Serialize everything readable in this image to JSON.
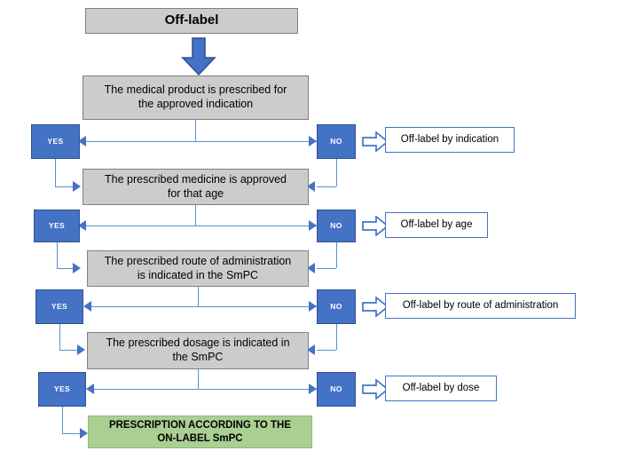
{
  "diagram": {
    "title": "Off-label",
    "terminal": "PRESCRIPTION ACCORDING TO THE ON-LABEL SmPC",
    "terminal_line1": "PRESCRIPTION ACCORDING TO THE",
    "terminal_line2": "ON-LABEL SmPC",
    "yes_label": "YES",
    "no_label": "NO",
    "colors": {
      "grey_fill": "#cccccc",
      "grey_border": "#808080",
      "blue_fill": "#4472c4",
      "blue_border": "#2f528f",
      "connector": "#5b8fd0",
      "green_fill": "#a9cf92",
      "green_border": "#8fb67a",
      "outcome_border": "#4472c4",
      "background": "#ffffff"
    },
    "steps": [
      {
        "id": "indication",
        "question": "The medical product is prescribed for the approved indication",
        "question_line1": "The medical product is prescribed for",
        "question_line2": "the approved indication",
        "yes": "YES",
        "no": "NO",
        "outcome": "Off-label by indication"
      },
      {
        "id": "age",
        "question": "The prescribed medicine is approved for that age",
        "question_line1": "The prescribed medicine is approved",
        "question_line2": "for that age",
        "yes": "YES",
        "no": "NO",
        "outcome": "Off-label by age"
      },
      {
        "id": "route",
        "question": "The prescribed route of administration is indicated in the SmPC",
        "question_line1": "The prescribed route of administration",
        "question_line2": "is indicated in the SmPC",
        "yes": "YES",
        "no": "NO",
        "outcome": "Off-label by route of administration"
      },
      {
        "id": "dosage",
        "question": "The prescribed dosage is indicated in the SmPC",
        "question_line1": "The prescribed dosage is indicated in",
        "question_line2": "the SmPC",
        "yes": "YES",
        "no": "NO",
        "outcome": "Off-label by dose"
      }
    ]
  }
}
